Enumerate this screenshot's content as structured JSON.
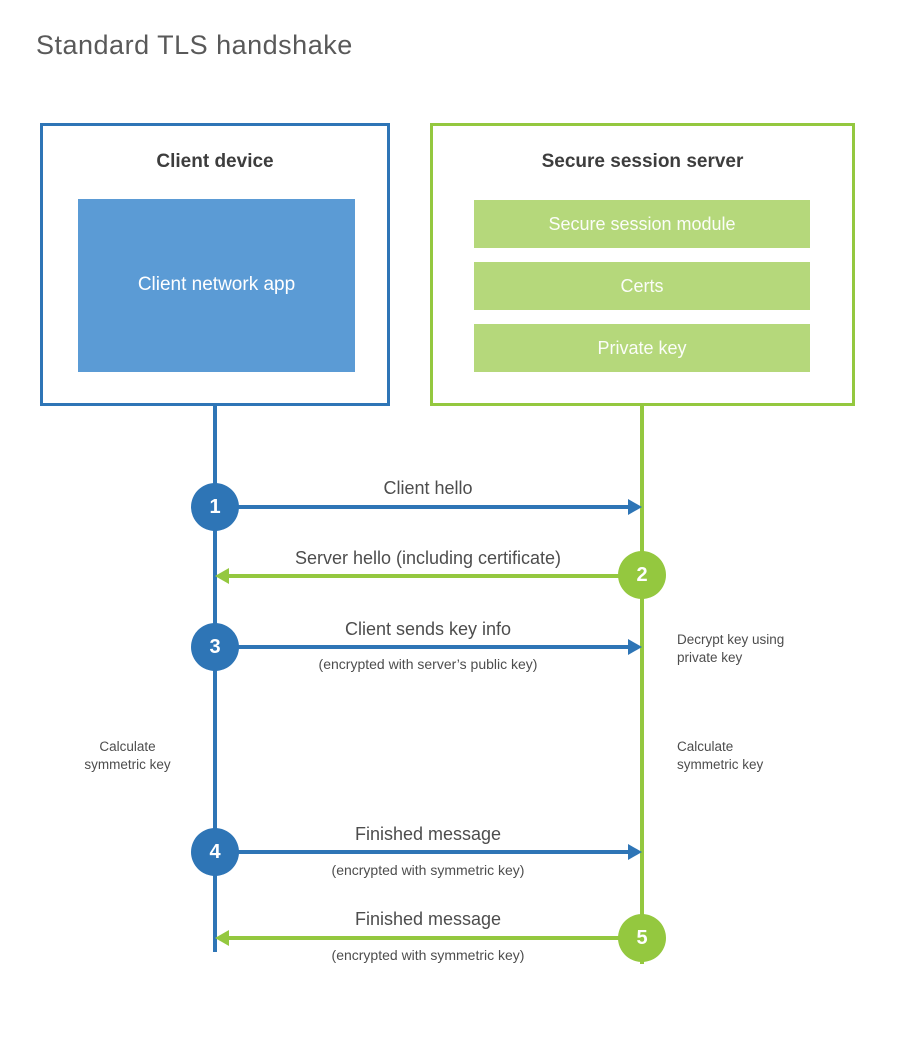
{
  "title": "Standard TLS handshake",
  "colors": {
    "blue_accent": "#2e75b6",
    "blue_fill": "#5b9bd5",
    "green_accent": "#94c83f",
    "green_fill": "#b5d87b",
    "heading_text": "#3d3d3d",
    "label_text": "#4d4d4d",
    "title_text": "#595959"
  },
  "client": {
    "title": "Client device",
    "app_label": "Client network app"
  },
  "server": {
    "title": "Secure session server",
    "modules": [
      "Secure session module",
      "Certs",
      "Private key"
    ]
  },
  "steps": [
    {
      "number": "1",
      "label": "Client hello",
      "sublabel": "",
      "direction": "client-to-server"
    },
    {
      "number": "2",
      "label": "Server hello (including certificate)",
      "sublabel": "",
      "direction": "server-to-client"
    },
    {
      "number": "3",
      "label": "Client sends key info",
      "sublabel": "(encrypted with server’s public key)",
      "direction": "client-to-server"
    },
    {
      "number": "4",
      "label": "Finished message",
      "sublabel": "(encrypted with symmetric key)",
      "direction": "client-to-server"
    },
    {
      "number": "5",
      "label": "Finished message",
      "sublabel": "(encrypted with symmetric key)",
      "direction": "server-to-client"
    }
  ],
  "notes": {
    "decrypt": "Decrypt key using\nprivate key",
    "calc_left": "Calculate\nsymmetric key",
    "calc_right": "Calculate\nsymmetric key"
  }
}
